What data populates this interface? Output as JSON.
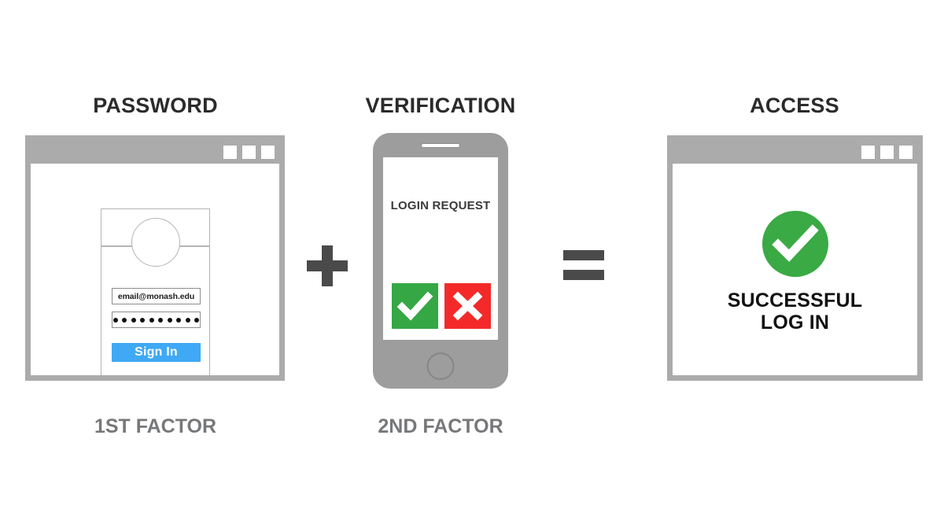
{
  "columns": {
    "password": {
      "heading": "PASSWORD",
      "caption": "1ST FACTOR"
    },
    "verification": {
      "heading": "VERIFICATION",
      "caption": "2ND FACTOR"
    },
    "access": {
      "heading": "ACCESS"
    }
  },
  "login_window": {
    "window_buttons": [
      "minimize",
      "maximize",
      "close"
    ],
    "email_value": "email@monash.edu",
    "password_masked": "••••••••••",
    "password_dot_count": 10,
    "signin_label": "Sign In",
    "avatar_icon": "user-avatar-icon",
    "accent_color": "#3fa9f5"
  },
  "phone": {
    "title": "LOGIN REQUEST",
    "approve_icon": "checkmark-icon",
    "deny_icon": "cross-icon",
    "approve_color": "#35a745",
    "deny_color": "#f42a2a",
    "home_button_icon": "home-button-icon",
    "speaker_icon": "speaker-grille-icon"
  },
  "access_window": {
    "window_buttons": [
      "minimize",
      "maximize",
      "close"
    ],
    "success_icon": "success-check-circle-icon",
    "success_color": "#3aaa44",
    "success_line1": "SUCCESSFUL",
    "success_line2": "LOG IN"
  },
  "operators": {
    "plus": "+",
    "equals": "=",
    "color": "#4a4a4a"
  },
  "theme": {
    "frame_gray": "#ababab",
    "phone_gray": "#9d9d9d",
    "heading_color": "#2b2b2b",
    "caption_color": "#77787a",
    "background": "#ffffff"
  }
}
